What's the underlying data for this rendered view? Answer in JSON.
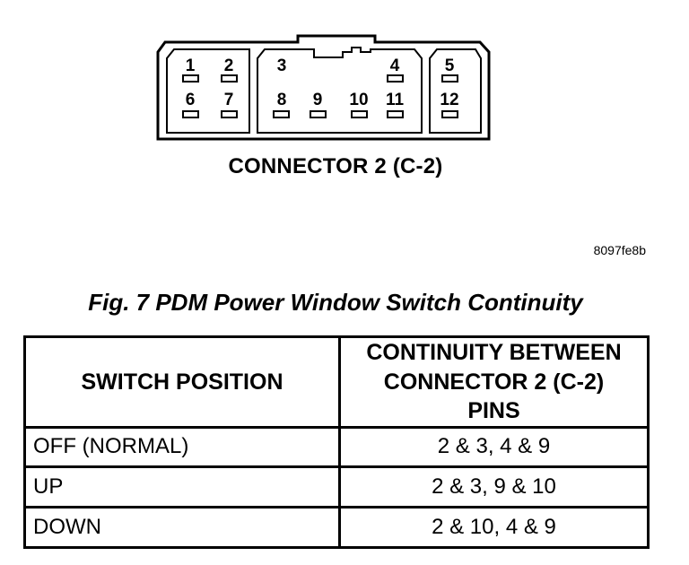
{
  "connector": {
    "label": "CONNECTOR 2 (C-2)",
    "pins": [
      "1",
      "2",
      "3",
      "4",
      "5",
      "6",
      "7",
      "8",
      "9",
      "10",
      "11",
      "12"
    ]
  },
  "figure_code": "8097fe8b",
  "caption": "Fig. 7 PDM Power Window Switch Continuity",
  "table": {
    "headers": {
      "position": "SWITCH POSITION",
      "continuity_line1": "CONTINUITY BETWEEN",
      "continuity_line2": "CONNECTOR 2 (C-2)",
      "continuity_line3": "PINS"
    },
    "rows": [
      {
        "position": "OFF (NORMAL)",
        "pins": "2 & 3, 4 & 9"
      },
      {
        "position": "UP",
        "pins": "2 & 3, 9 & 10"
      },
      {
        "position": "DOWN",
        "pins": "2 & 10, 4 & 9"
      }
    ]
  }
}
